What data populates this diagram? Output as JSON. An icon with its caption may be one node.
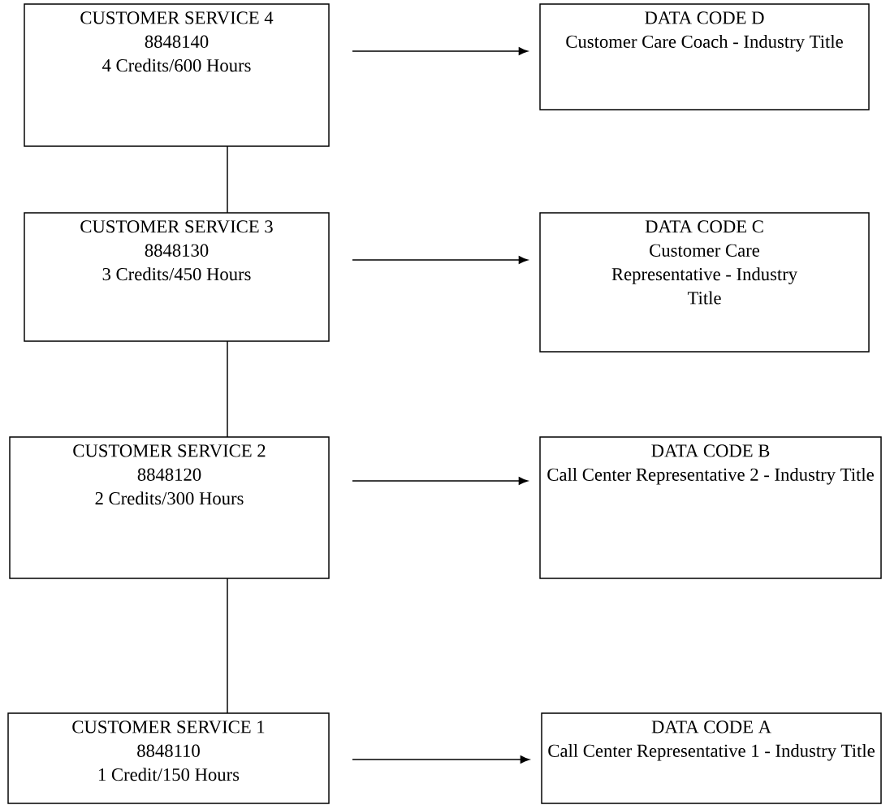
{
  "diagram": {
    "nodes": [
      {
        "text": [
          "CUSTOMER SERVICE 4",
          "8848140",
          "4 Credits/600 Hours"
        ]
      },
      {
        "text": [
          "DATA CODE D",
          "Customer Care Coach - Industry Title"
        ]
      },
      {
        "text": [
          "CUSTOMER SERVICE 3",
          "8848130",
          "3 Credits/450 Hours"
        ]
      },
      {
        "text": [
          "DATA CODE C",
          "Customer Care Representative - Industry Title"
        ]
      },
      {
        "text": [
          "CUSTOMER SERVICE 2",
          "8848120",
          "2 Credits/300 Hours"
        ]
      },
      {
        "text": [
          "DATA CODE B",
          "Call Center Representative 2 - Industry Title"
        ]
      },
      {
        "text": [
          "CUSTOMER SERVICE 1",
          "8848110",
          "1 Credit/150 Hours"
        ]
      },
      {
        "text": [
          "DATA CODE A",
          "Call Center Representative 1 - Industry Title"
        ]
      }
    ],
    "edges": [
      {
        "from": 0,
        "to": 1,
        "arrow": "to"
      },
      {
        "from": 0,
        "to": 2,
        "arrow": "none"
      },
      {
        "from": 2,
        "to": 3,
        "arrow": "to"
      },
      {
        "from": 2,
        "to": 4,
        "arrow": "none"
      },
      {
        "from": 4,
        "to": 5,
        "arrow": "to"
      },
      {
        "from": 4,
        "to": 6,
        "arrow": "none"
      },
      {
        "from": 6,
        "to": 7,
        "arrow": "to"
      }
    ]
  }
}
